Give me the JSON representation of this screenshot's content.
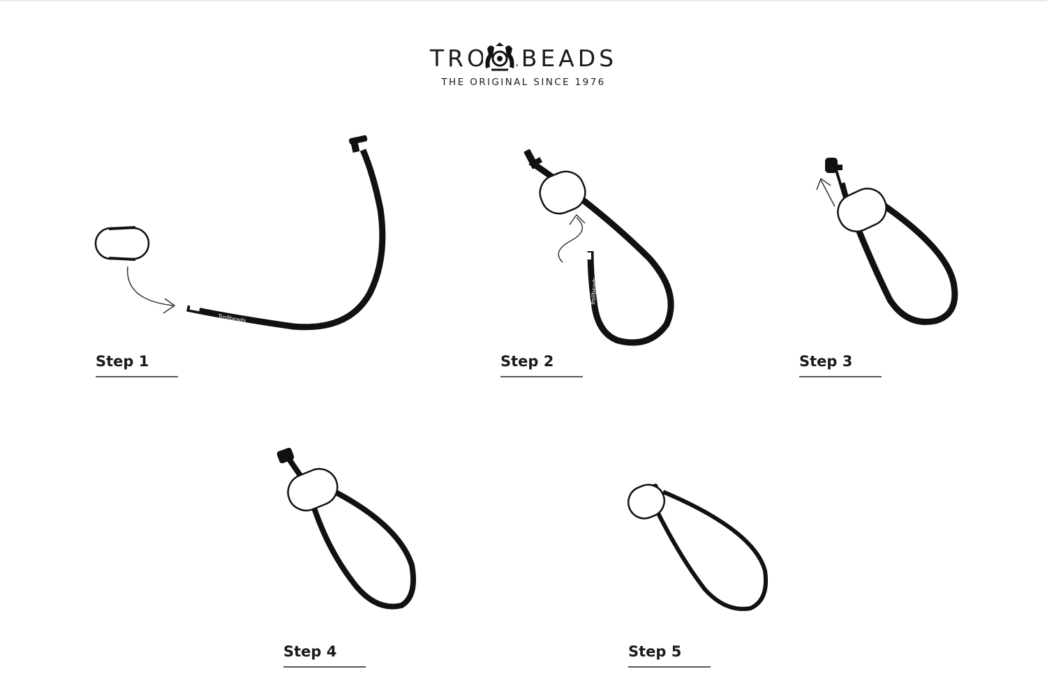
{
  "logo": {
    "brand": "TROLLBEADS",
    "tagline": "THE ORIGINAL SINCE 1976"
  },
  "steps": [
    {
      "label": "Step 1"
    },
    {
      "label": "Step 2"
    },
    {
      "label": "Step 3"
    },
    {
      "label": "Step 4"
    },
    {
      "label": "Step 5"
    }
  ],
  "bracelet_text": "Trollbeads",
  "colors": {
    "ink": "#111111",
    "rule": "#555555",
    "background": "#ffffff"
  }
}
